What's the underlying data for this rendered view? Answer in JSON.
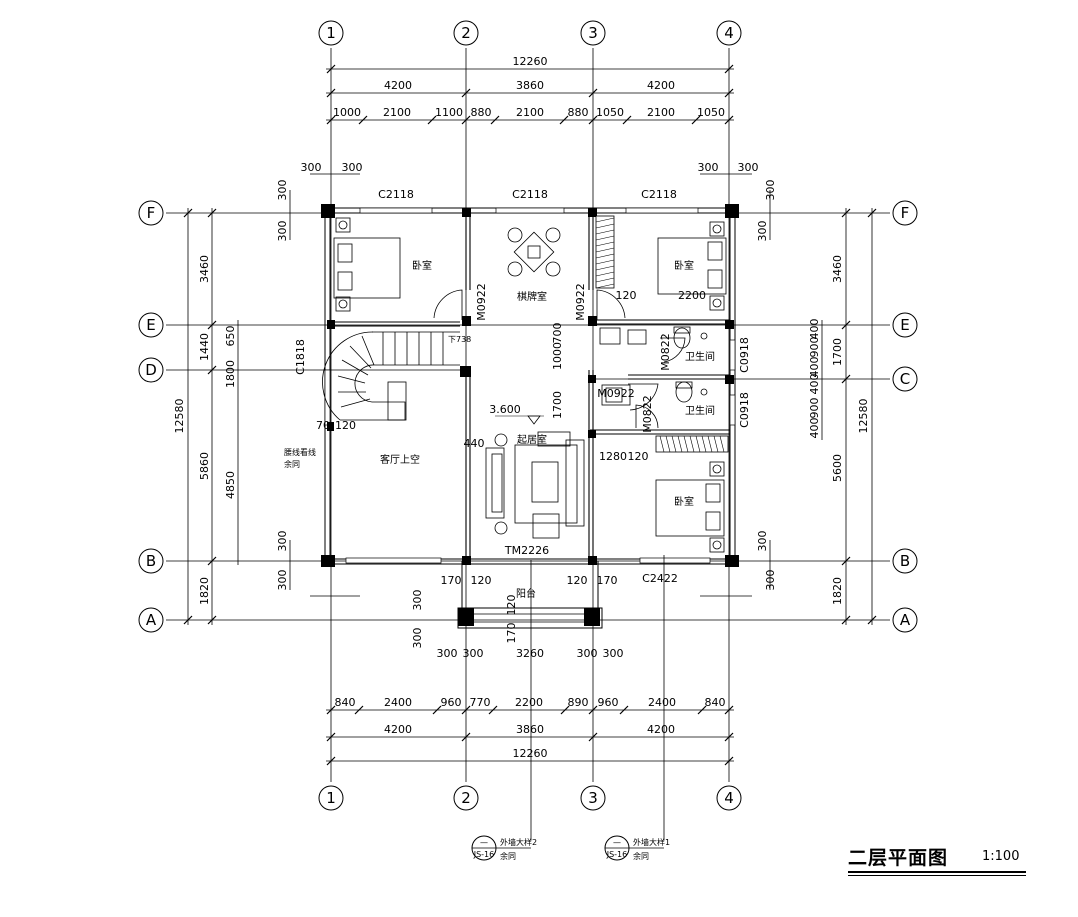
{
  "title": "二层平面图",
  "scale": "1:100",
  "axes_vertical": [
    "1",
    "2",
    "3",
    "4"
  ],
  "axes_horizontal": [
    "F",
    "E",
    "D",
    "C",
    "B",
    "A"
  ],
  "dims_top": {
    "total": "12260",
    "bays": [
      "4200",
      "3860",
      "4200"
    ],
    "details": [
      "1000",
      "2100",
      "1100",
      "880",
      "2100",
      "880",
      "1050",
      "2100",
      "1050"
    ],
    "wall_left": [
      "300",
      "300"
    ],
    "wall_right": [
      "300",
      "300"
    ]
  },
  "dims_bottom": {
    "details": [
      "840",
      "2400",
      "960",
      "770",
      "2200",
      "890",
      "960",
      "2400",
      "840"
    ],
    "bays": [
      "4200",
      "3860",
      "4200"
    ],
    "total": "12260"
  },
  "dims_left": {
    "total": "12580",
    "bays": [
      "3460",
      "1440",
      "5860",
      "1820"
    ],
    "inner": [
      "650",
      "1800",
      "4850"
    ],
    "wall_top": [
      "300",
      "300"
    ],
    "wall_bottom": [
      "300",
      "300"
    ],
    "column": [
      "70",
      "120"
    ]
  },
  "dims_right": {
    "total": "12580",
    "bays": [
      "3460",
      "1700",
      "5600",
      "1820"
    ],
    "inner": [
      "400",
      "900",
      "400",
      "400",
      "900",
      "400"
    ],
    "wall_top": [
      "300",
      "300"
    ],
    "wall_bottom": [
      "300",
      "300"
    ]
  },
  "windows": {
    "top_left": "C2118",
    "top_mid": "C2118",
    "top_right": "C2118",
    "left": "C1818",
    "right_upper": "C0918",
    "right_lower": "C0918",
    "bottom_right": "C2422",
    "bottom_door": "TM2226"
  },
  "doors": {
    "d1": "M0922",
    "d2": "M0922",
    "d3": "M0922",
    "d4": "M0822",
    "d5": "M0822"
  },
  "rooms": {
    "bedroom_nw": "卧室",
    "chess_room": "棋牌室",
    "bedroom_ne": "卧室",
    "bathroom_1": "卫生间",
    "bathroom_2": "卫生间",
    "living_void": "客厅上空",
    "family_room": "起居室",
    "bedroom_se": "卧室",
    "balcony": "阳台"
  },
  "annotations": {
    "elevation": "3.600",
    "stair_down": "下738",
    "waist_line_1": "腰线看线",
    "waist_line_2": "余同",
    "dim_120_2200": [
      "120",
      "2200"
    ],
    "dim_1000_700": [
      "1000",
      "700"
    ],
    "dim_1700": "1700",
    "dim_440": "440",
    "dim_1280": "1280",
    "dim_120b": "120",
    "balcony_dims": [
      "170",
      "120",
      "120",
      "170"
    ],
    "balcony_sub": [
      "120",
      "170"
    ],
    "balcony_bottom": [
      "300",
      "300",
      "3260",
      "300",
      "300"
    ],
    "balcony_left": [
      "300",
      "300"
    ]
  },
  "detail_refs": [
    {
      "label": "外墙大样2",
      "note": "余同",
      "num": "—",
      "sheet": "JS-16"
    },
    {
      "label": "外墙大样1",
      "note": "余同",
      "num": "—",
      "sheet": "JS-16"
    }
  ]
}
